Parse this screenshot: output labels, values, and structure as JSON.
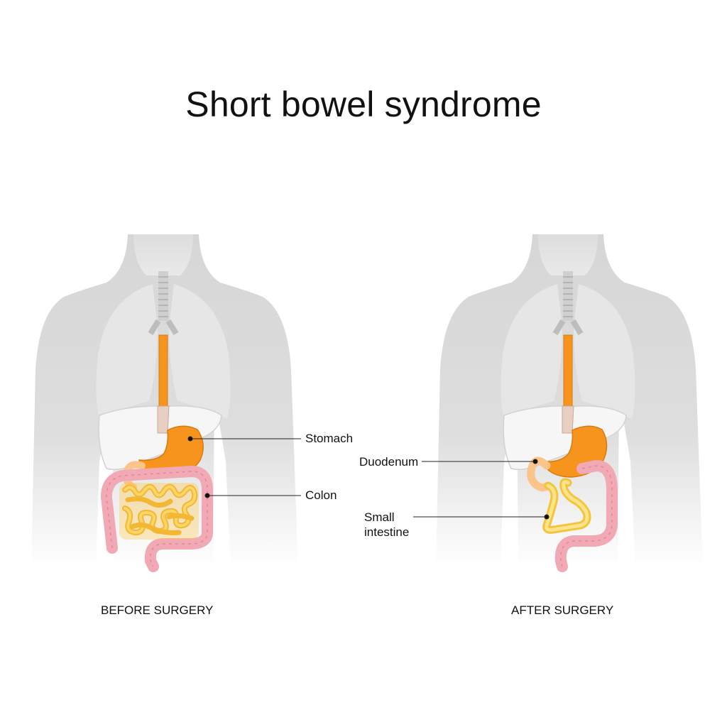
{
  "title": "Short bowel syndrome",
  "panels": [
    {
      "caption": "BEFORE SURGERY",
      "labels": [
        "Stomach",
        "Colon"
      ]
    },
    {
      "caption": "AFTER SURGERY",
      "labels": [
        "Duodenum",
        "Small\nintestine"
      ]
    }
  ],
  "colors": {
    "body": "#dcdcdc",
    "lungs": "#e6e6e6",
    "liver": "#f5f5f5",
    "esophagus": "#f7941d",
    "stomach": "#f7941d",
    "small_intestine": "#fcd667",
    "colon": "#f2a9b6",
    "duodenum": "#fbc48a"
  }
}
